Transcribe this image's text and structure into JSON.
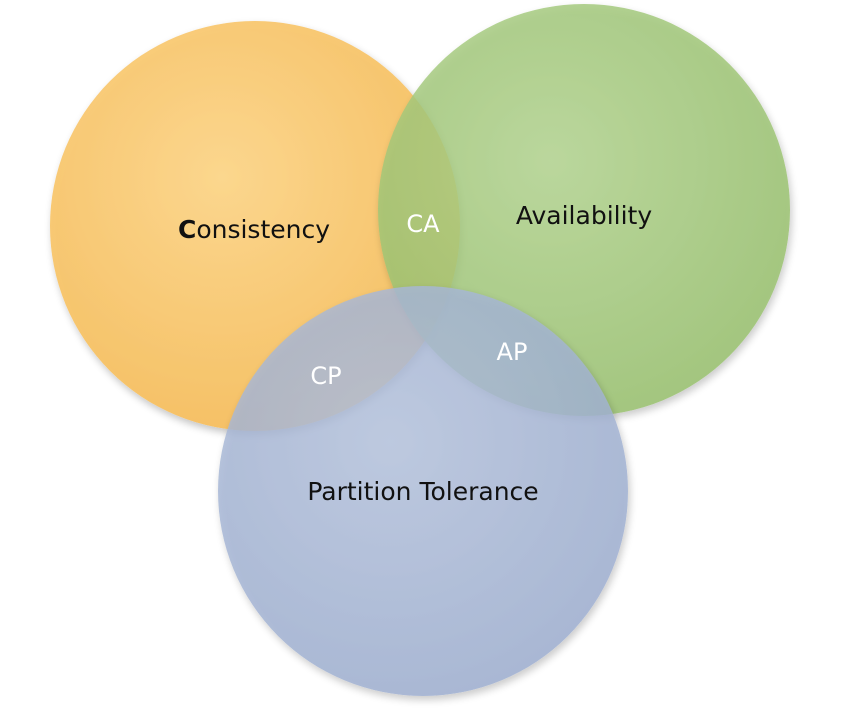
{
  "sets": {
    "consistency": {
      "label_lead": "C",
      "label_rest": "onsistency",
      "color": "#FBCB70"
    },
    "availability": {
      "label": "Availability",
      "color": "#A6CB7F"
    },
    "partition_tolerance": {
      "label": "Partition Tolerance",
      "color": "#A9B8D6"
    }
  },
  "overlaps": {
    "ca": {
      "label": "CA"
    },
    "cp": {
      "label": "CP"
    },
    "ap": {
      "label": "AP"
    }
  }
}
